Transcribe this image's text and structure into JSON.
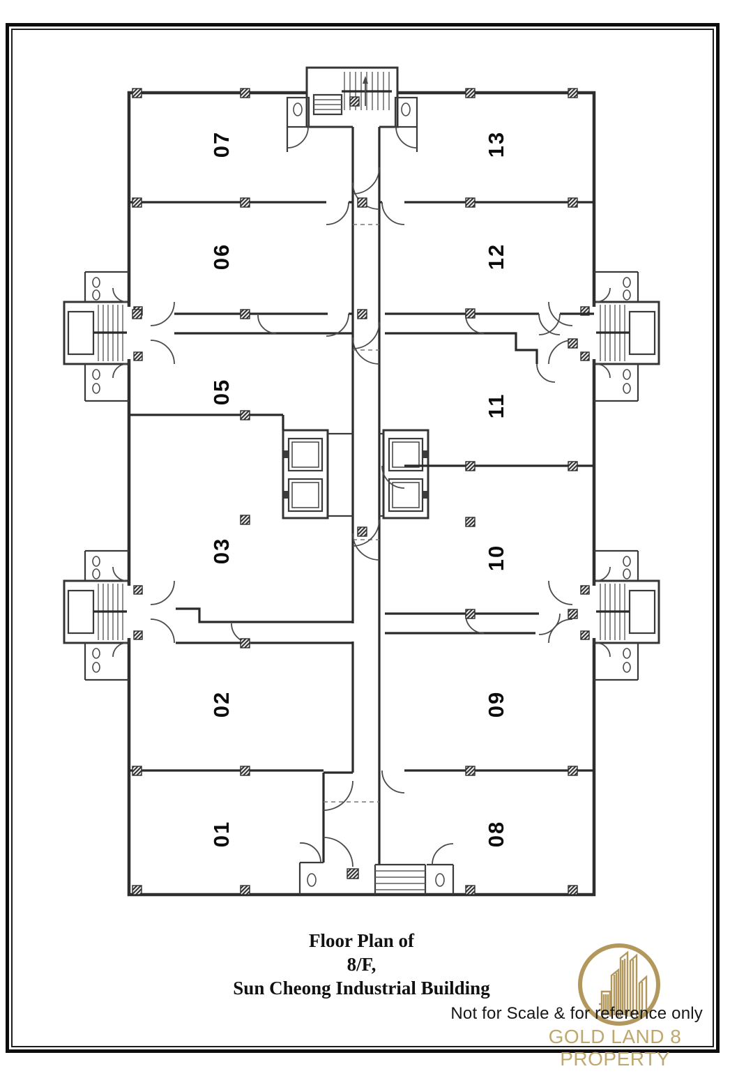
{
  "page": {
    "background": "#ffffff",
    "frame_color": "#0d0d0d",
    "ink_color": "#2e2e2e"
  },
  "floor_plan": {
    "units": [
      {
        "id": "unit-07",
        "label": "07"
      },
      {
        "id": "unit-06",
        "label": "06"
      },
      {
        "id": "unit-05",
        "label": "05"
      },
      {
        "id": "unit-03",
        "label": "03"
      },
      {
        "id": "unit-02",
        "label": "02"
      },
      {
        "id": "unit-01",
        "label": "01"
      },
      {
        "id": "unit-13",
        "label": "13"
      },
      {
        "id": "unit-12",
        "label": "12"
      },
      {
        "id": "unit-11",
        "label": "11"
      },
      {
        "id": "unit-10",
        "label": "10"
      },
      {
        "id": "unit-09",
        "label": "09"
      },
      {
        "id": "unit-08",
        "label": "08"
      }
    ]
  },
  "title_block": {
    "line1": "Floor Plan of",
    "line2": "8/F,",
    "line3": "Sun Cheong Industrial Building"
  },
  "footer": {
    "disclaimer": "Not for Scale & for reference only",
    "brand_name": "GOLD LAND 8 PROPERTY",
    "brand_color": "#b2985c",
    "brand_wordmark_color": "#c0a76d"
  }
}
